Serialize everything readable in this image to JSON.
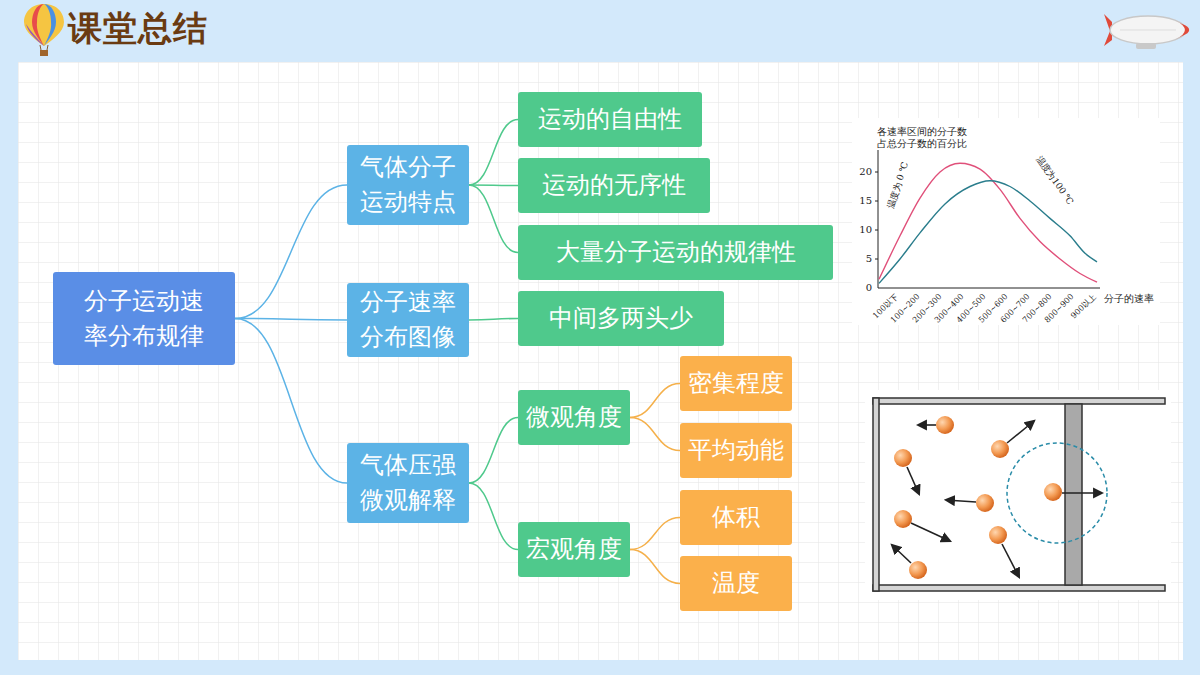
{
  "diagram": {
    "title": "课堂总结",
    "nodes": [
      {
        "text": [
          "分子运动速率分布规律"
        ]
      },
      {
        "text": [
          "气体分子运动特点"
        ]
      },
      {
        "text": [
          "运动的自由性"
        ]
      },
      {
        "text": [
          "运动的无序性"
        ]
      },
      {
        "text": [
          "大量分子运动的规律性"
        ]
      },
      {
        "text": [
          "分子速率分布图像"
        ]
      },
      {
        "text": [
          "中间多两头少"
        ]
      },
      {
        "text": [
          "气体压强微观解释"
        ]
      },
      {
        "text": [
          "微观角度"
        ]
      },
      {
        "text": [
          "密集程度"
        ]
      },
      {
        "text": [
          "平均动能"
        ]
      },
      {
        "text": [
          "宏观角度"
        ]
      },
      {
        "text": [
          "体积"
        ]
      },
      {
        "text": [
          "温度"
        ]
      }
    ],
    "edges": [
      {
        "from": 0,
        "to": 1,
        "arrow": "none"
      },
      {
        "from": 0,
        "to": 5,
        "arrow": "none"
      },
      {
        "from": 0,
        "to": 7,
        "arrow": "none"
      },
      {
        "from": 1,
        "to": 2,
        "arrow": "none"
      },
      {
        "from": 1,
        "to": 3,
        "arrow": "none"
      },
      {
        "from": 1,
        "to": 4,
        "arrow": "none"
      },
      {
        "from": 5,
        "to": 6,
        "arrow": "none"
      },
      {
        "from": 7,
        "to": 8,
        "arrow": "none"
      },
      {
        "from": 7,
        "to": 11,
        "arrow": "none"
      },
      {
        "from": 8,
        "to": 9,
        "arrow": "none"
      },
      {
        "from": 8,
        "to": 10,
        "arrow": "none"
      },
      {
        "from": 11,
        "to": 12,
        "arrow": "none"
      },
      {
        "from": 11,
        "to": 13,
        "arrow": "none"
      }
    ],
    "labels": [
      "各速率区间的分子数 占总分子数的百分比",
      "20",
      "15",
      "10",
      "5",
      "0",
      "100以下",
      "100~200",
      "200~300",
      "300~400",
      "400~500",
      "500~600",
      "600~700",
      "700~800",
      "800~900",
      "900以上",
      "分子的速率",
      "温度为 0 ℃",
      "温度为100 ℃"
    ]
  }
}
